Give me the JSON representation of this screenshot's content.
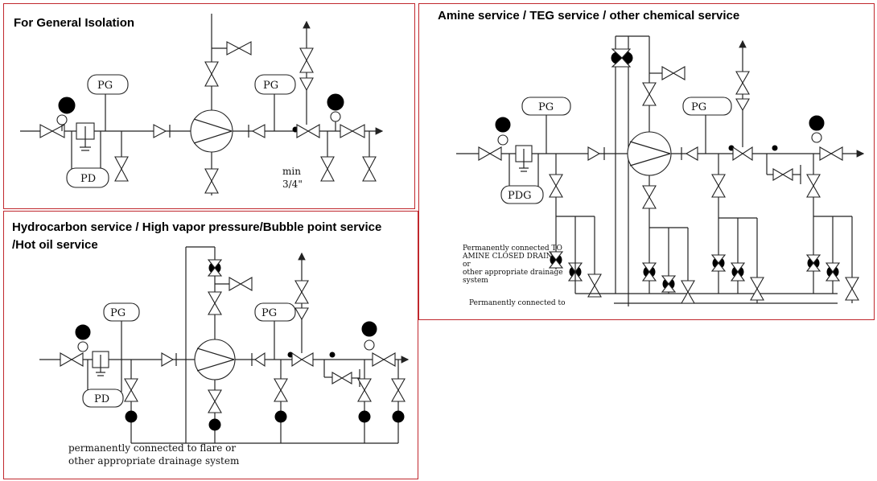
{
  "panels": {
    "general": {
      "title": "For General Isolation",
      "pg_left": "PG",
      "pg_right": "PG",
      "pd": "PD",
      "min_line1": "min",
      "min_line2": "3/4\""
    },
    "hydrocarbon": {
      "title": "Hydrocarbon service / High vapor pressure/Bubble point service /Hot oil service",
      "pg_left": "PG",
      "pg_right": "PG",
      "pd": "PD",
      "note_line1": "permanently connected to flare or",
      "note_line2": "other appropriate drainage system"
    },
    "amine": {
      "title": "Amine service / TEG service / other chemical service",
      "pg_left": "PG",
      "pg_right": "PG",
      "pdg": "PDG",
      "note_line1": "Permanently connected TO",
      "note_line2": "AMINE CLOSED DRAIN",
      "note_line3": "or",
      "note_line4": "other appropriate drainage",
      "note_line5": "system",
      "note_line6": "Permanently connected to"
    }
  },
  "colors": {
    "panel_border": "#c0272d",
    "line": "#222222",
    "background": "#ffffff"
  },
  "symbols": [
    "gate-valve",
    "check-valve",
    "pump",
    "pressure-gauge",
    "strainer",
    "ball-valve",
    "flow-arrow"
  ]
}
